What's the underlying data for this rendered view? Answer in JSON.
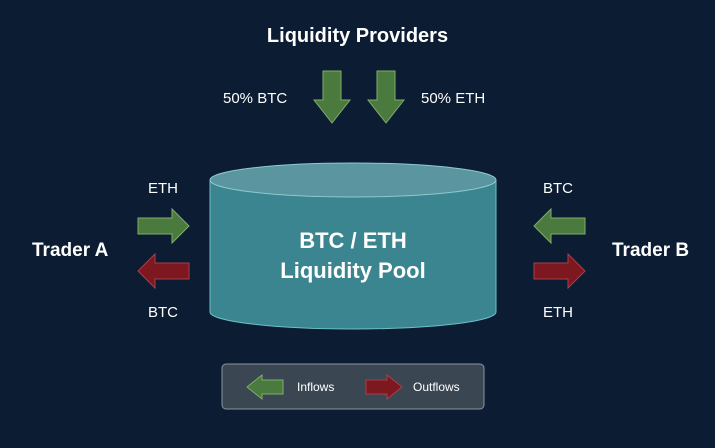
{
  "title": "Liquidity Providers",
  "providers": {
    "left_label": "50% BTC",
    "right_label": "50% ETH"
  },
  "pool": {
    "line1": "BTC / ETH",
    "line2": "Liquidity Pool"
  },
  "trader_a": {
    "name": "Trader A",
    "in_label": "ETH",
    "out_label": "BTC"
  },
  "trader_b": {
    "name": "Trader B",
    "in_label": "BTC",
    "out_label": "ETH"
  },
  "legend": {
    "inflows": "Inflows",
    "outflows": "Outflows"
  },
  "colors": {
    "background": "#0c1c33",
    "inflow": "#4a7a3e",
    "outflow": "#7d1820",
    "pool": "#3a8590",
    "pool_top": "#5a95a0"
  }
}
